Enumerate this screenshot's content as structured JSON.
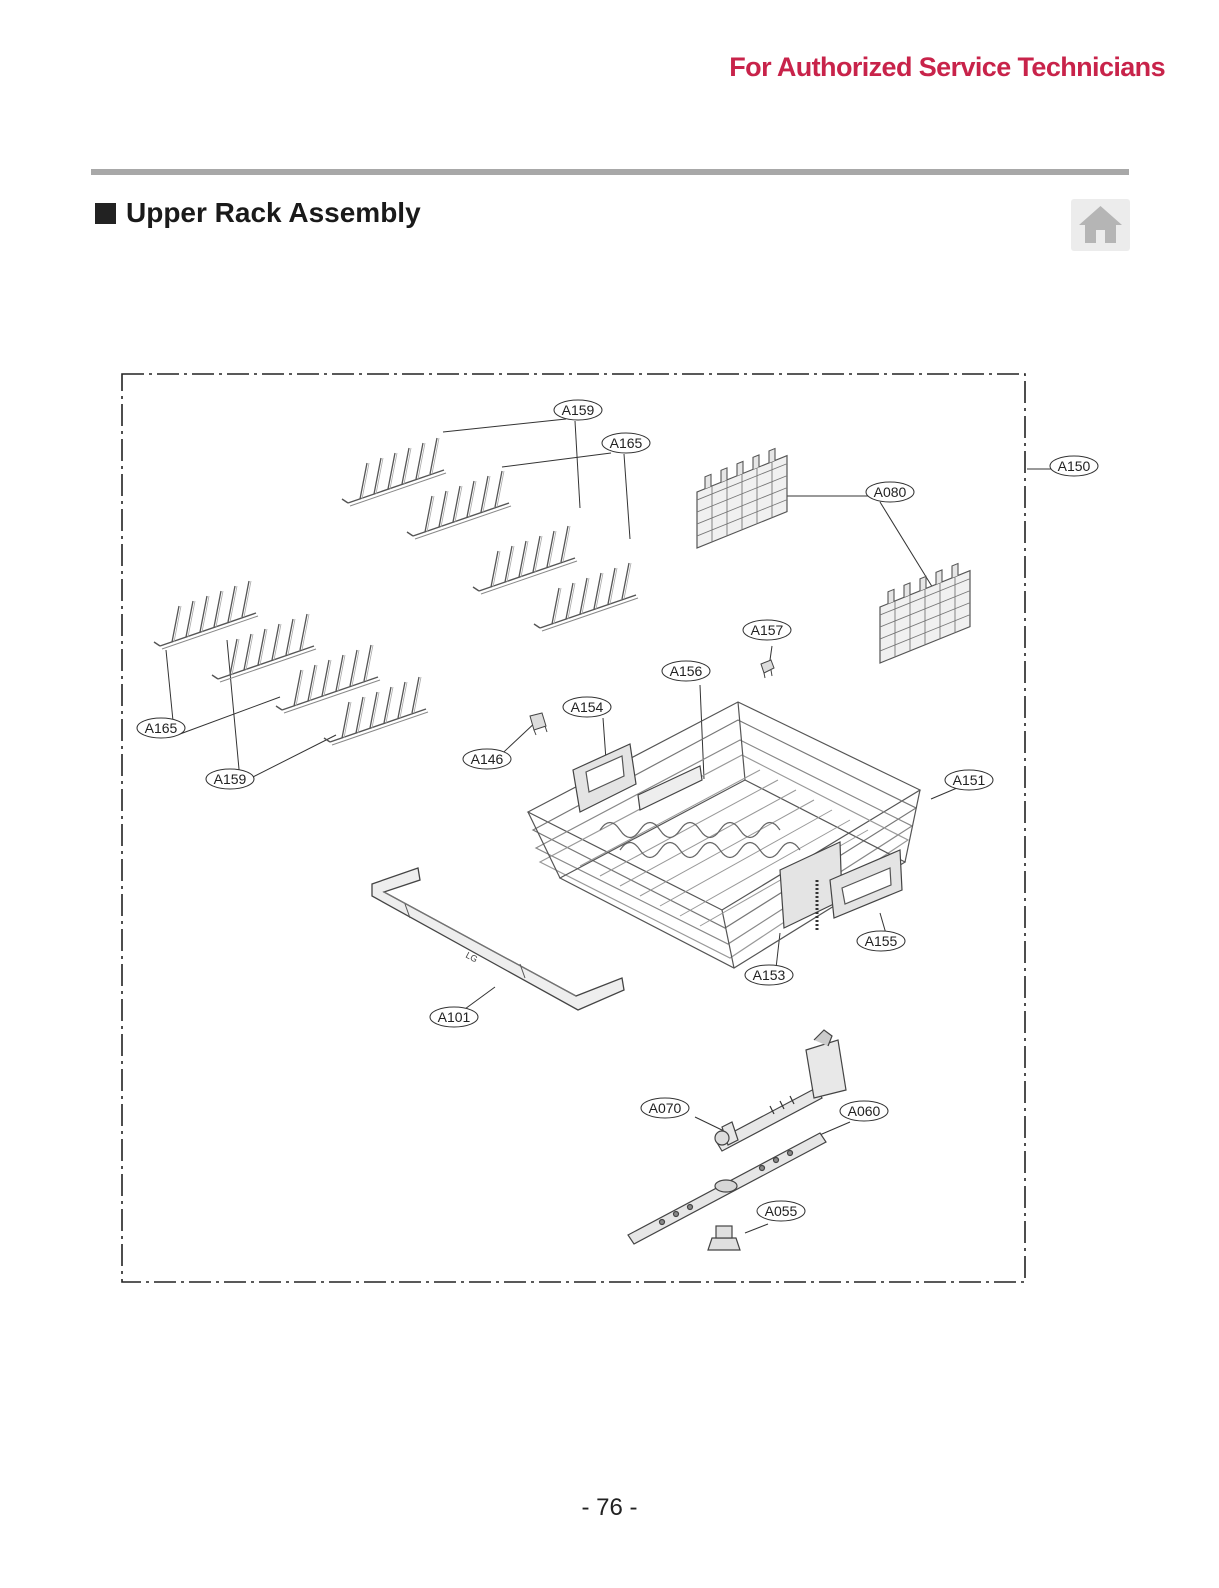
{
  "header": {
    "note": "For Authorized Service Technicians",
    "note_color": "#c8234a",
    "rule_color": "#a8a8a8"
  },
  "section": {
    "title": "Upper Rack Assembly",
    "home_icon": "home-icon"
  },
  "diagram": {
    "callouts": [
      {
        "id": "c-a159-top",
        "label": "A159"
      },
      {
        "id": "c-a165-top",
        "label": "A165"
      },
      {
        "id": "c-a150",
        "label": "A150"
      },
      {
        "id": "c-a080",
        "label": "A080"
      },
      {
        "id": "c-a157",
        "label": "A157"
      },
      {
        "id": "c-a156",
        "label": "A156"
      },
      {
        "id": "c-a154",
        "label": "A154"
      },
      {
        "id": "c-a146",
        "label": "A146"
      },
      {
        "id": "c-a165-left",
        "label": "A165"
      },
      {
        "id": "c-a159-left",
        "label": "A159"
      },
      {
        "id": "c-a151",
        "label": "A151"
      },
      {
        "id": "c-a155",
        "label": "A155"
      },
      {
        "id": "c-a153",
        "label": "A153"
      },
      {
        "id": "c-a101",
        "label": "A101"
      },
      {
        "id": "c-a070",
        "label": "A070"
      },
      {
        "id": "c-a060",
        "label": "A060"
      },
      {
        "id": "c-a055",
        "label": "A055"
      }
    ],
    "handle_logo": "LG"
  },
  "footer": {
    "page_number": "- 76 -"
  }
}
